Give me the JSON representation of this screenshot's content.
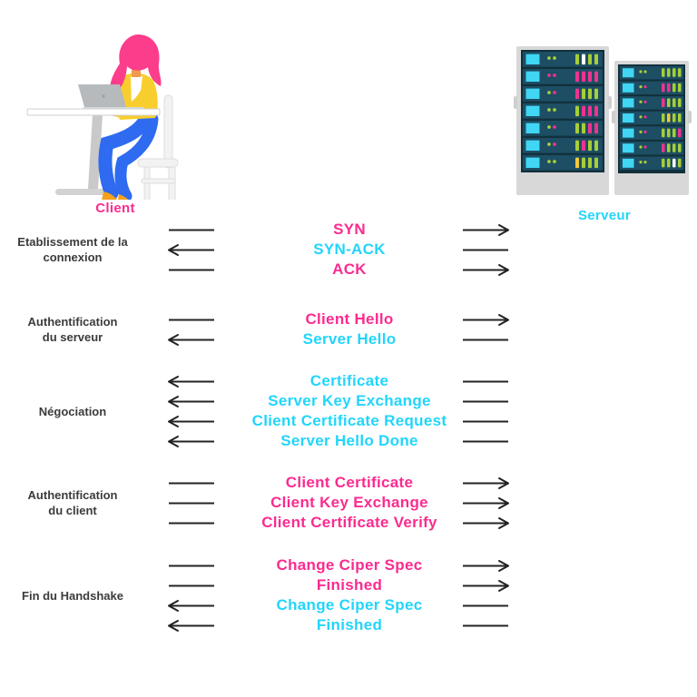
{
  "theme": {
    "background": "#ffffff",
    "pink": "#fb2b8f",
    "cyan": "#22d5fc",
    "label_text": "#3b3b3b",
    "arrow": "#232323"
  },
  "actors": {
    "client": {
      "label": "Client",
      "color": "pink"
    },
    "server": {
      "label": "Serveur",
      "color": "cyan"
    }
  },
  "sections": [
    {
      "label_lines": [
        "Etablissement de la",
        "connexion"
      ],
      "messages": [
        {
          "text": "SYN",
          "color": "pink",
          "direction": "to-server"
        },
        {
          "text": "SYN-ACK",
          "color": "cyan",
          "direction": "to-client"
        },
        {
          "text": "ACK",
          "color": "pink",
          "direction": "to-server"
        }
      ]
    },
    {
      "label_lines": [
        "Authentification",
        "du serveur"
      ],
      "messages": [
        {
          "text": "Client Hello",
          "color": "pink",
          "direction": "to-server"
        },
        {
          "text": "Server Hello",
          "color": "cyan",
          "direction": "to-client"
        }
      ]
    },
    {
      "label_lines": [
        "Négociation"
      ],
      "messages": [
        {
          "text": "Certificate",
          "color": "cyan",
          "direction": "to-client"
        },
        {
          "text": "Server Key Exchange",
          "color": "cyan",
          "direction": "to-client"
        },
        {
          "text": "Client Certificate Request",
          "color": "cyan",
          "direction": "to-client"
        },
        {
          "text": "Server Hello Done",
          "color": "cyan",
          "direction": "to-client"
        }
      ]
    },
    {
      "label_lines": [
        "Authentification",
        "du client"
      ],
      "messages": [
        {
          "text": "Client Certificate",
          "color": "pink",
          "direction": "to-server"
        },
        {
          "text": "Client Key Exchange",
          "color": "pink",
          "direction": "to-server"
        },
        {
          "text": "Client Certificate Verify",
          "color": "pink",
          "direction": "to-server"
        }
      ]
    },
    {
      "label_lines": [
        "Fin du Handshake"
      ],
      "messages": [
        {
          "text": "Change Ciper Spec",
          "color": "pink",
          "direction": "to-server"
        },
        {
          "text": "Finished",
          "color": "pink",
          "direction": "to-server"
        },
        {
          "text": "Change Ciper Spec",
          "color": "cyan",
          "direction": "to-client"
        },
        {
          "text": "Finished",
          "color": "cyan",
          "direction": "to-client"
        }
      ]
    }
  ],
  "illustrations": {
    "client_figure": "person-with-laptop-at-desk",
    "server_figure": "two-server-racks",
    "led_colors": {
      "green": "#a6ce39",
      "pink": "#ee3390",
      "yellow": "#f3c73c",
      "white": "#ffffff"
    },
    "server_racks": [
      {
        "units": [
          {
            "dots": [
              "green",
              "green"
            ],
            "bars": [
              "green",
              "white",
              "green",
              "green"
            ]
          },
          {
            "dots": [
              "pink",
              "pink"
            ],
            "bars": [
              "pink",
              "pink",
              "pink",
              "pink"
            ]
          },
          {
            "dots": [
              "green",
              "pink"
            ],
            "bars": [
              "pink",
              "green",
              "green",
              "green"
            ]
          },
          {
            "dots": [
              "green",
              "green"
            ],
            "bars": [
              "green",
              "pink",
              "pink",
              "pink"
            ]
          },
          {
            "dots": [
              "green",
              "pink"
            ],
            "bars": [
              "green",
              "green",
              "pink",
              "pink"
            ]
          },
          {
            "dots": [
              "green",
              "pink"
            ],
            "bars": [
              "green",
              "pink",
              "green",
              "green"
            ]
          },
          {
            "dots": [
              "green",
              "green"
            ],
            "bars": [
              "yellow",
              "green",
              "green",
              "green"
            ]
          }
        ]
      },
      {
        "units": [
          {
            "dots": [
              "green",
              "green"
            ],
            "bars": [
              "green",
              "green",
              "green",
              "green"
            ]
          },
          {
            "dots": [
              "green",
              "pink"
            ],
            "bars": [
              "pink",
              "pink",
              "green",
              "green"
            ]
          },
          {
            "dots": [
              "green",
              "pink"
            ],
            "bars": [
              "pink",
              "green",
              "green",
              "green"
            ]
          },
          {
            "dots": [
              "green",
              "pink"
            ],
            "bars": [
              "green",
              "yellow",
              "green",
              "green"
            ]
          },
          {
            "dots": [
              "green",
              "pink"
            ],
            "bars": [
              "green",
              "green",
              "green",
              "pink"
            ]
          },
          {
            "dots": [
              "green",
              "pink"
            ],
            "bars": [
              "pink",
              "green",
              "green",
              "green"
            ]
          },
          {
            "dots": [
              "green",
              "green"
            ],
            "bars": [
              "green",
              "green",
              "white",
              "green"
            ]
          }
        ]
      }
    ]
  }
}
